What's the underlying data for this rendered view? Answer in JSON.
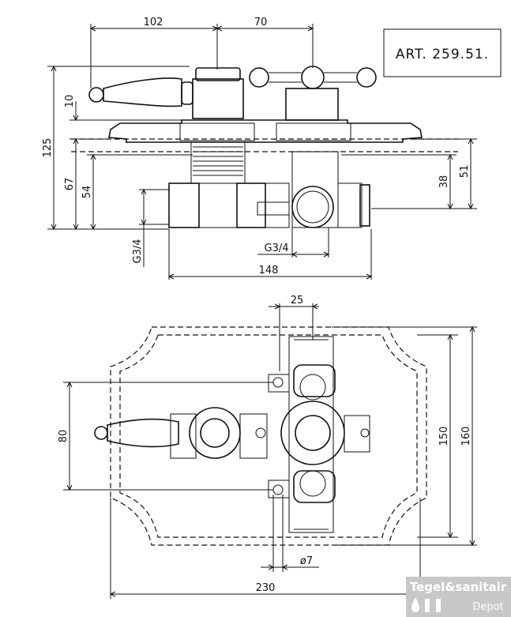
{
  "article_label": "ART. 259.51.",
  "top_view_dimensions": {
    "handle_offset": "102",
    "valve_spacing": "70",
    "plate_thickness": "10",
    "total_height": "125",
    "depth_67": "67",
    "depth_54": "54",
    "depth_51": "51",
    "depth_38": "38",
    "thread_side": "G3/4",
    "thread_bottom": "G3/4",
    "body_width": "148"
  },
  "front_view_dimensions": {
    "spindle_offset": "25",
    "height_80": "80",
    "height_150": "150",
    "height_160": "160",
    "hole_diameter": "ø7",
    "plate_width": "230"
  },
  "watermark": {
    "line1": "Tegel&sanitair",
    "line2": "Depot"
  }
}
